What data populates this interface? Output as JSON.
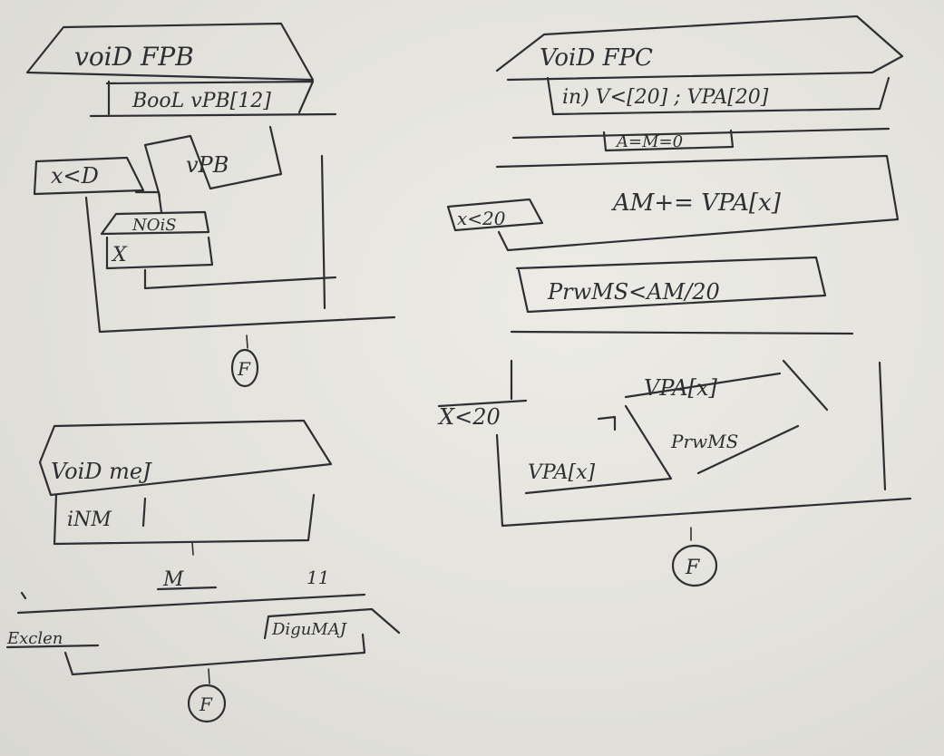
{
  "diagram_left_top": {
    "header": "voiD FPB",
    "declaration": "BooL vPB[12]",
    "loop_label": "x<D",
    "condition": "vPB",
    "inner_box": "NOiS",
    "inner_var": "X",
    "end_mark": "F"
  },
  "diagram_right_top": {
    "header": "VoiD FPC",
    "declaration": "in) V<[20] ; VPA[20]",
    "init": "A=M=0",
    "loop_label": "x<20",
    "statement": "AM+= VPA[x]",
    "output": "PrwMS<AM/20",
    "end_mark": "F"
  },
  "diagram_left_bottom": {
    "header": "VoiD meJ",
    "declaration": "iNM",
    "input": "M",
    "branch_mark": "11",
    "left_branch": "Exclen",
    "right_branch": "DiguMAJ",
    "end_mark": "F"
  },
  "diagram_right_bottom": {
    "loop_label": "X<20",
    "condition": "VPA[x]",
    "true_branch": "VPA[x]",
    "output": "PrwMS",
    "end_mark": "F"
  }
}
